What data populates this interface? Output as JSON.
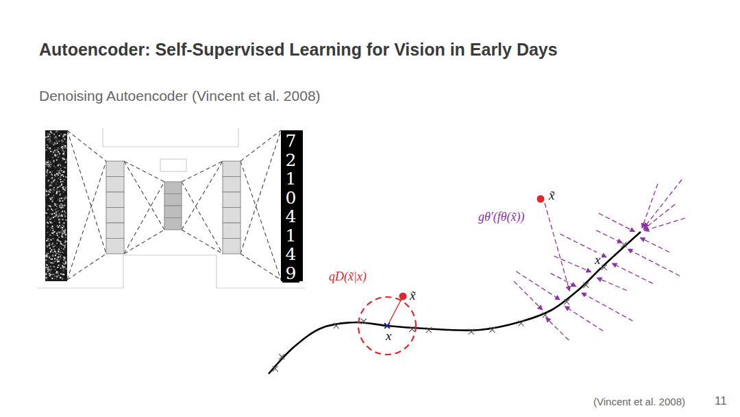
{
  "diagram": {
    "title": "Autoencoder: Self-Supervised Learning for Vision in Early Days",
    "labels": [
      "Denoising Autoencoder (Vincent et al. 2008)",
      "72104149",
      "qD(x̃|x)",
      "x̃",
      "x",
      "x̃",
      "gθ′(fθ(x̃))",
      "x",
      "(Vincent et al. 2008)",
      "11"
    ]
  }
}
